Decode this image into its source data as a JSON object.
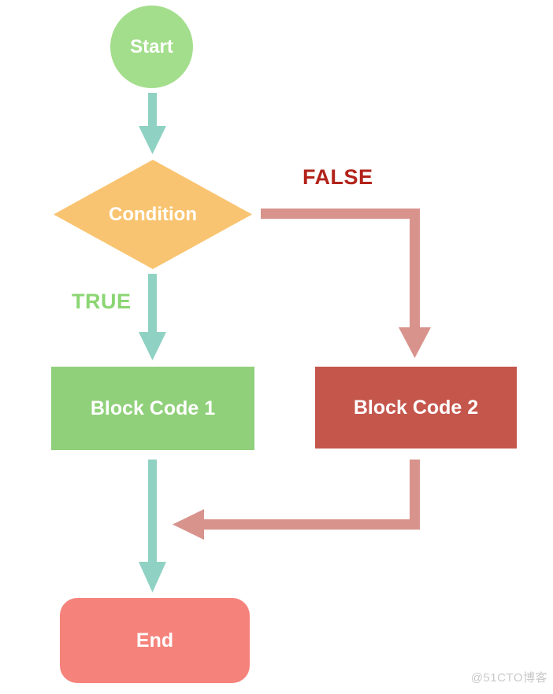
{
  "diagram": {
    "title": "if-else condition flowchart",
    "nodes": {
      "start": {
        "label": "Start",
        "shape": "circle",
        "color": "#a3de8c",
        "text_color": "#ffffff"
      },
      "condition": {
        "label": "Condition",
        "shape": "diamond",
        "color": "#f9c471",
        "text_color": "#ffffff"
      },
      "block1": {
        "label": "Block Code 1",
        "shape": "rect",
        "color": "#90d07a",
        "text_color": "#ffffff"
      },
      "block2": {
        "label": "Block Code 2",
        "shape": "rect",
        "color": "#c4564c",
        "text_color": "#ffffff"
      },
      "end": {
        "label": "End",
        "shape": "rounded-rect",
        "color": "#f5837b",
        "text_color": "#ffffff"
      }
    },
    "edges": [
      {
        "from": "start",
        "to": "condition",
        "label": ""
      },
      {
        "from": "condition",
        "to": "block1",
        "label": "TRUE"
      },
      {
        "from": "condition",
        "to": "block2",
        "label": "FALSE"
      },
      {
        "from": "block1",
        "to": "end",
        "label": ""
      },
      {
        "from": "block2",
        "to": "end",
        "label": ""
      }
    ],
    "edge_labels": {
      "true": {
        "label": "TRUE",
        "color": "#8bd673"
      },
      "false": {
        "label": "FALSE",
        "color": "#b2231a"
      }
    },
    "arrow_colors": {
      "teal": "#8fd2c3",
      "pink": "#d8938c"
    }
  },
  "watermark": {
    "text": "@51CTO博客",
    "color": "#c9c9c9"
  }
}
